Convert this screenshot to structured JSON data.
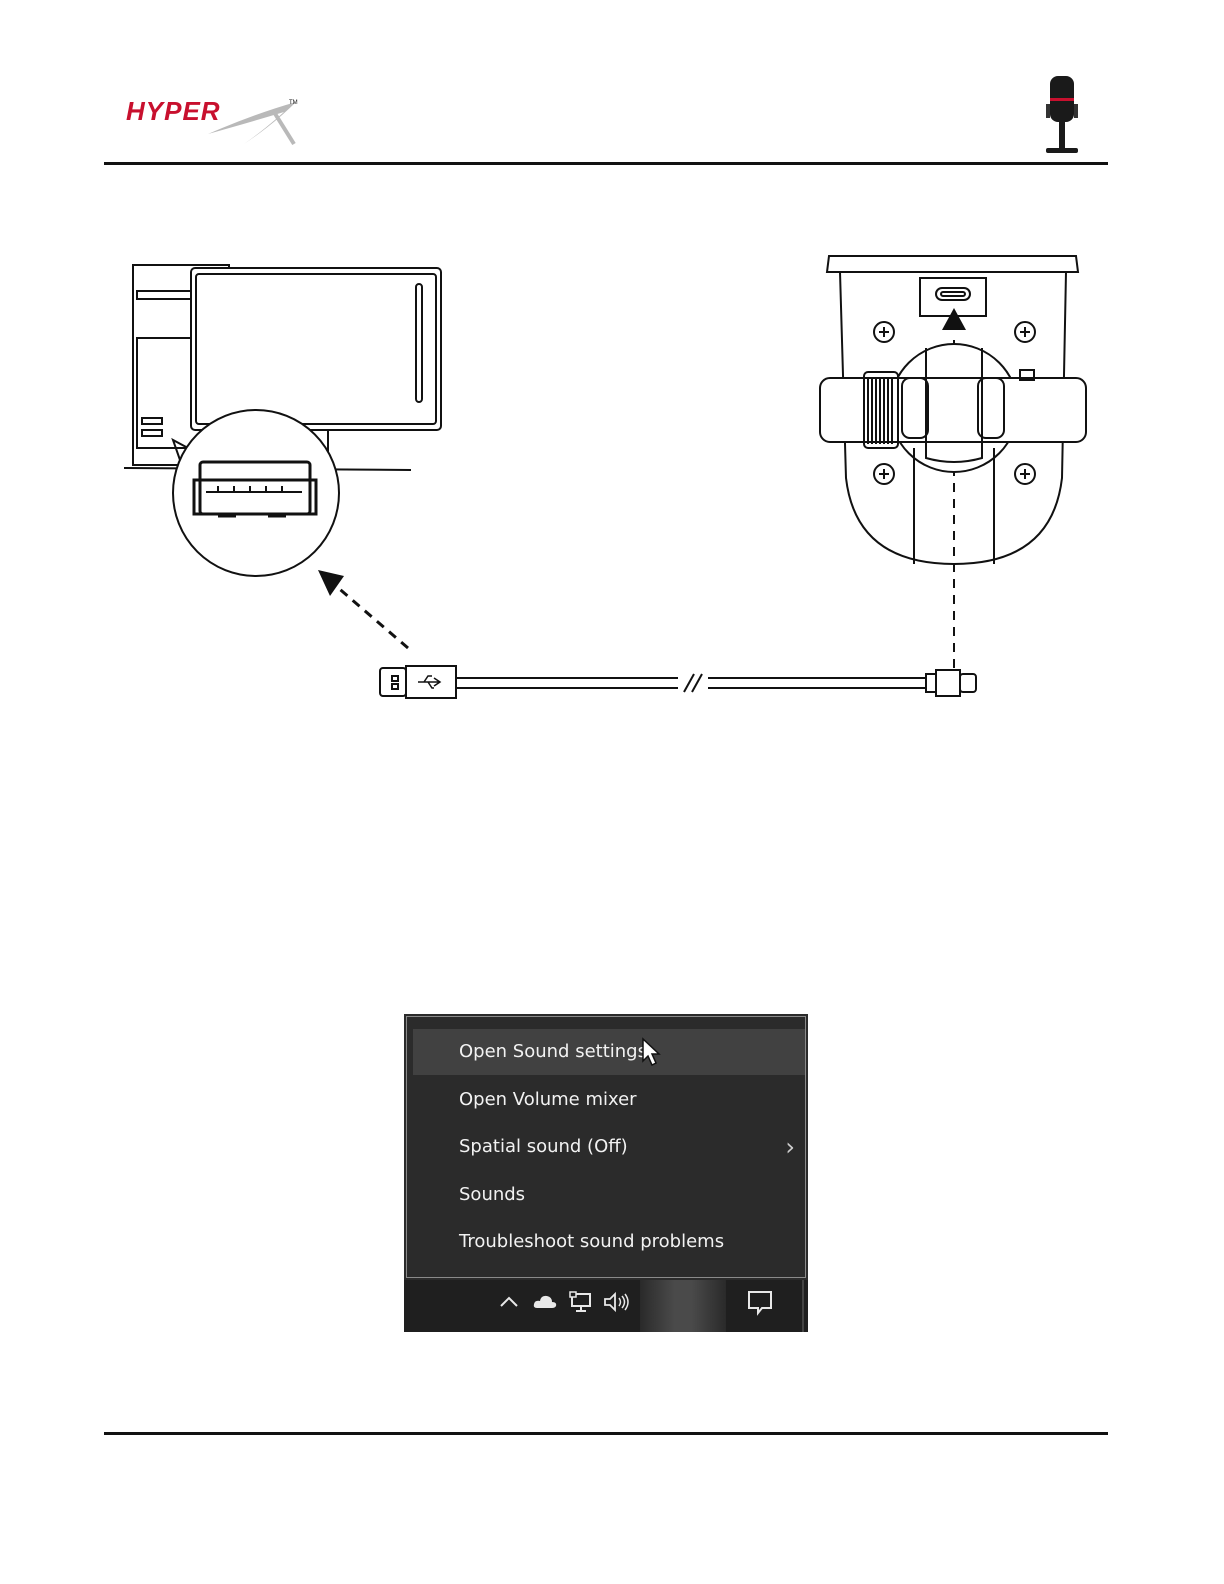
{
  "header": {
    "logo_text": "HYPERX",
    "trademark": "TM"
  },
  "context_menu": {
    "items": [
      {
        "label": "Open Sound settings"
      },
      {
        "label": "Open Volume mixer"
      },
      {
        "label": "Spatial sound (Off)"
      },
      {
        "label": "Sounds"
      },
      {
        "label": "Troubleshoot sound problems"
      }
    ]
  },
  "taskbar": {
    "icons": [
      "chevron-up-icon",
      "cloud-icon",
      "network-icon",
      "speaker-icon",
      "action-center-icon"
    ]
  },
  "colors": {
    "brand_red": "#c8102e",
    "menu_bg": "#2b2b2b",
    "menu_hover": "#414141",
    "taskbar_bg": "#1f1f1f"
  }
}
